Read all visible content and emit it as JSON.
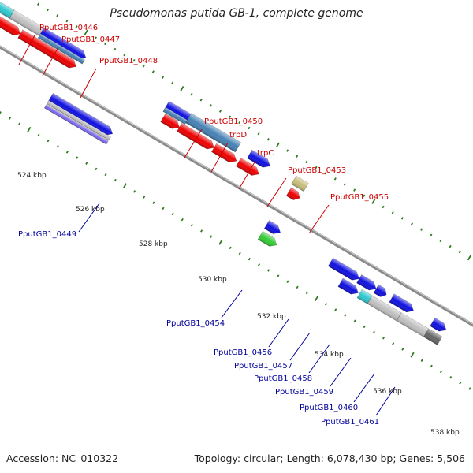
{
  "title": "Pseudomonas putida GB-1, complete genome",
  "footer": {
    "accession": "Accession: NC_010322",
    "topology": "Topology: circular; Length: 6,078,430 bp; Genes: 5,506"
  },
  "colors": {
    "backbone": "#8a8a8a",
    "forward_label": "#cc0000",
    "reverse_label": "#000099",
    "tick_dot": "#2e7d1e"
  },
  "ticks": [
    "524 kbp",
    "526 kbp",
    "528 kbp",
    "530 kbp",
    "532 kbp",
    "534 kbp",
    "536 kbp",
    "538 kbp"
  ],
  "labels_top": [
    "PputGB1_0446",
    "PputGB1_0447",
    "PputGB1_0448",
    "PputGB1_0450",
    "trpD",
    "trpC",
    "PputGB1_0453",
    "PputGB1_0455"
  ],
  "labels_bottom": [
    "PputGB1_0449",
    "PputGB1_0454",
    "PputGB1_0456",
    "PputGB1_0457",
    "PputGB1_0458",
    "PputGB1_0459",
    "PputGB1_0460",
    "PputGB1_0461"
  ]
}
